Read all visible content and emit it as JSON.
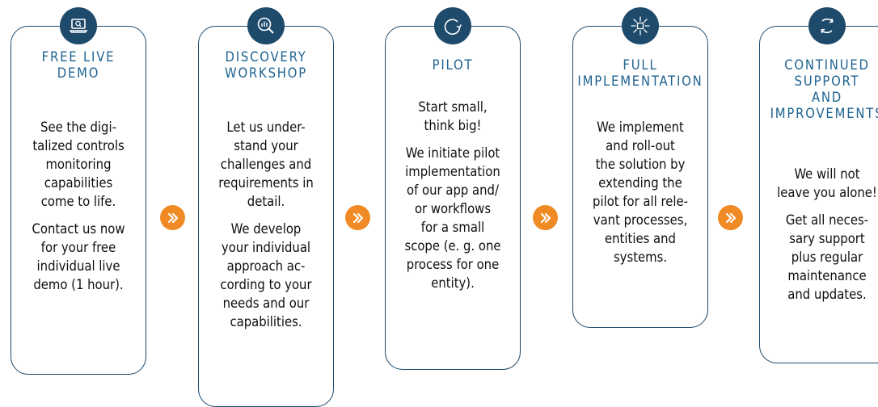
{
  "steps": [
    {
      "icon": "laptop-search-icon",
      "title": "FREE LIVE\nDEMO",
      "paragraphs": [
        "See the digi-\ntalized controls\nmonitoring\ncapabilities\ncome to life.",
        "Contact us now\nfor your free\nindividual live\ndemo (1 hour)."
      ]
    },
    {
      "icon": "magnifier-chart-icon",
      "title": "DISCOVERY\nWORKSHOP",
      "paragraphs": [
        "Let us under-\nstand your\nchallenges and\nrequirements in\ndetail.",
        "We develop\nyour individual\napproach ac-\ncording to your\nneeds and our\ncapabilities."
      ]
    },
    {
      "icon": "circular-arrow-icon",
      "title": "PILOT",
      "paragraphs": [
        "Start small,\nthink big!",
        "We initiate pilot\nimplementation\nof our app and/\nor workflows\nfor a small\nscope (e. g. one\nprocess for one\nentity)."
      ]
    },
    {
      "icon": "burst-icon",
      "title": "FULL\nIMPLEMENTATION",
      "paragraphs": [
        "We implement\nand roll-out\nthe solution by\nextending the\npilot for all rele-\nvant processes,\nentities and\nsystems."
      ]
    },
    {
      "icon": "refresh-cycle-icon",
      "title": "CONTINUED\nSUPPORT\nAND\nIMPROVEMENTS",
      "paragraphs": [
        "We will not\nleave you alone!",
        "Get all neces-\nsary support\nplus regular\nmaintenance\nand updates."
      ]
    }
  ],
  "arrow_glyph": "»",
  "colors": {
    "navy": "#1e4a6c",
    "title": "#1e6391",
    "arrow": "#f08a24",
    "text": "#0f0f0f"
  }
}
